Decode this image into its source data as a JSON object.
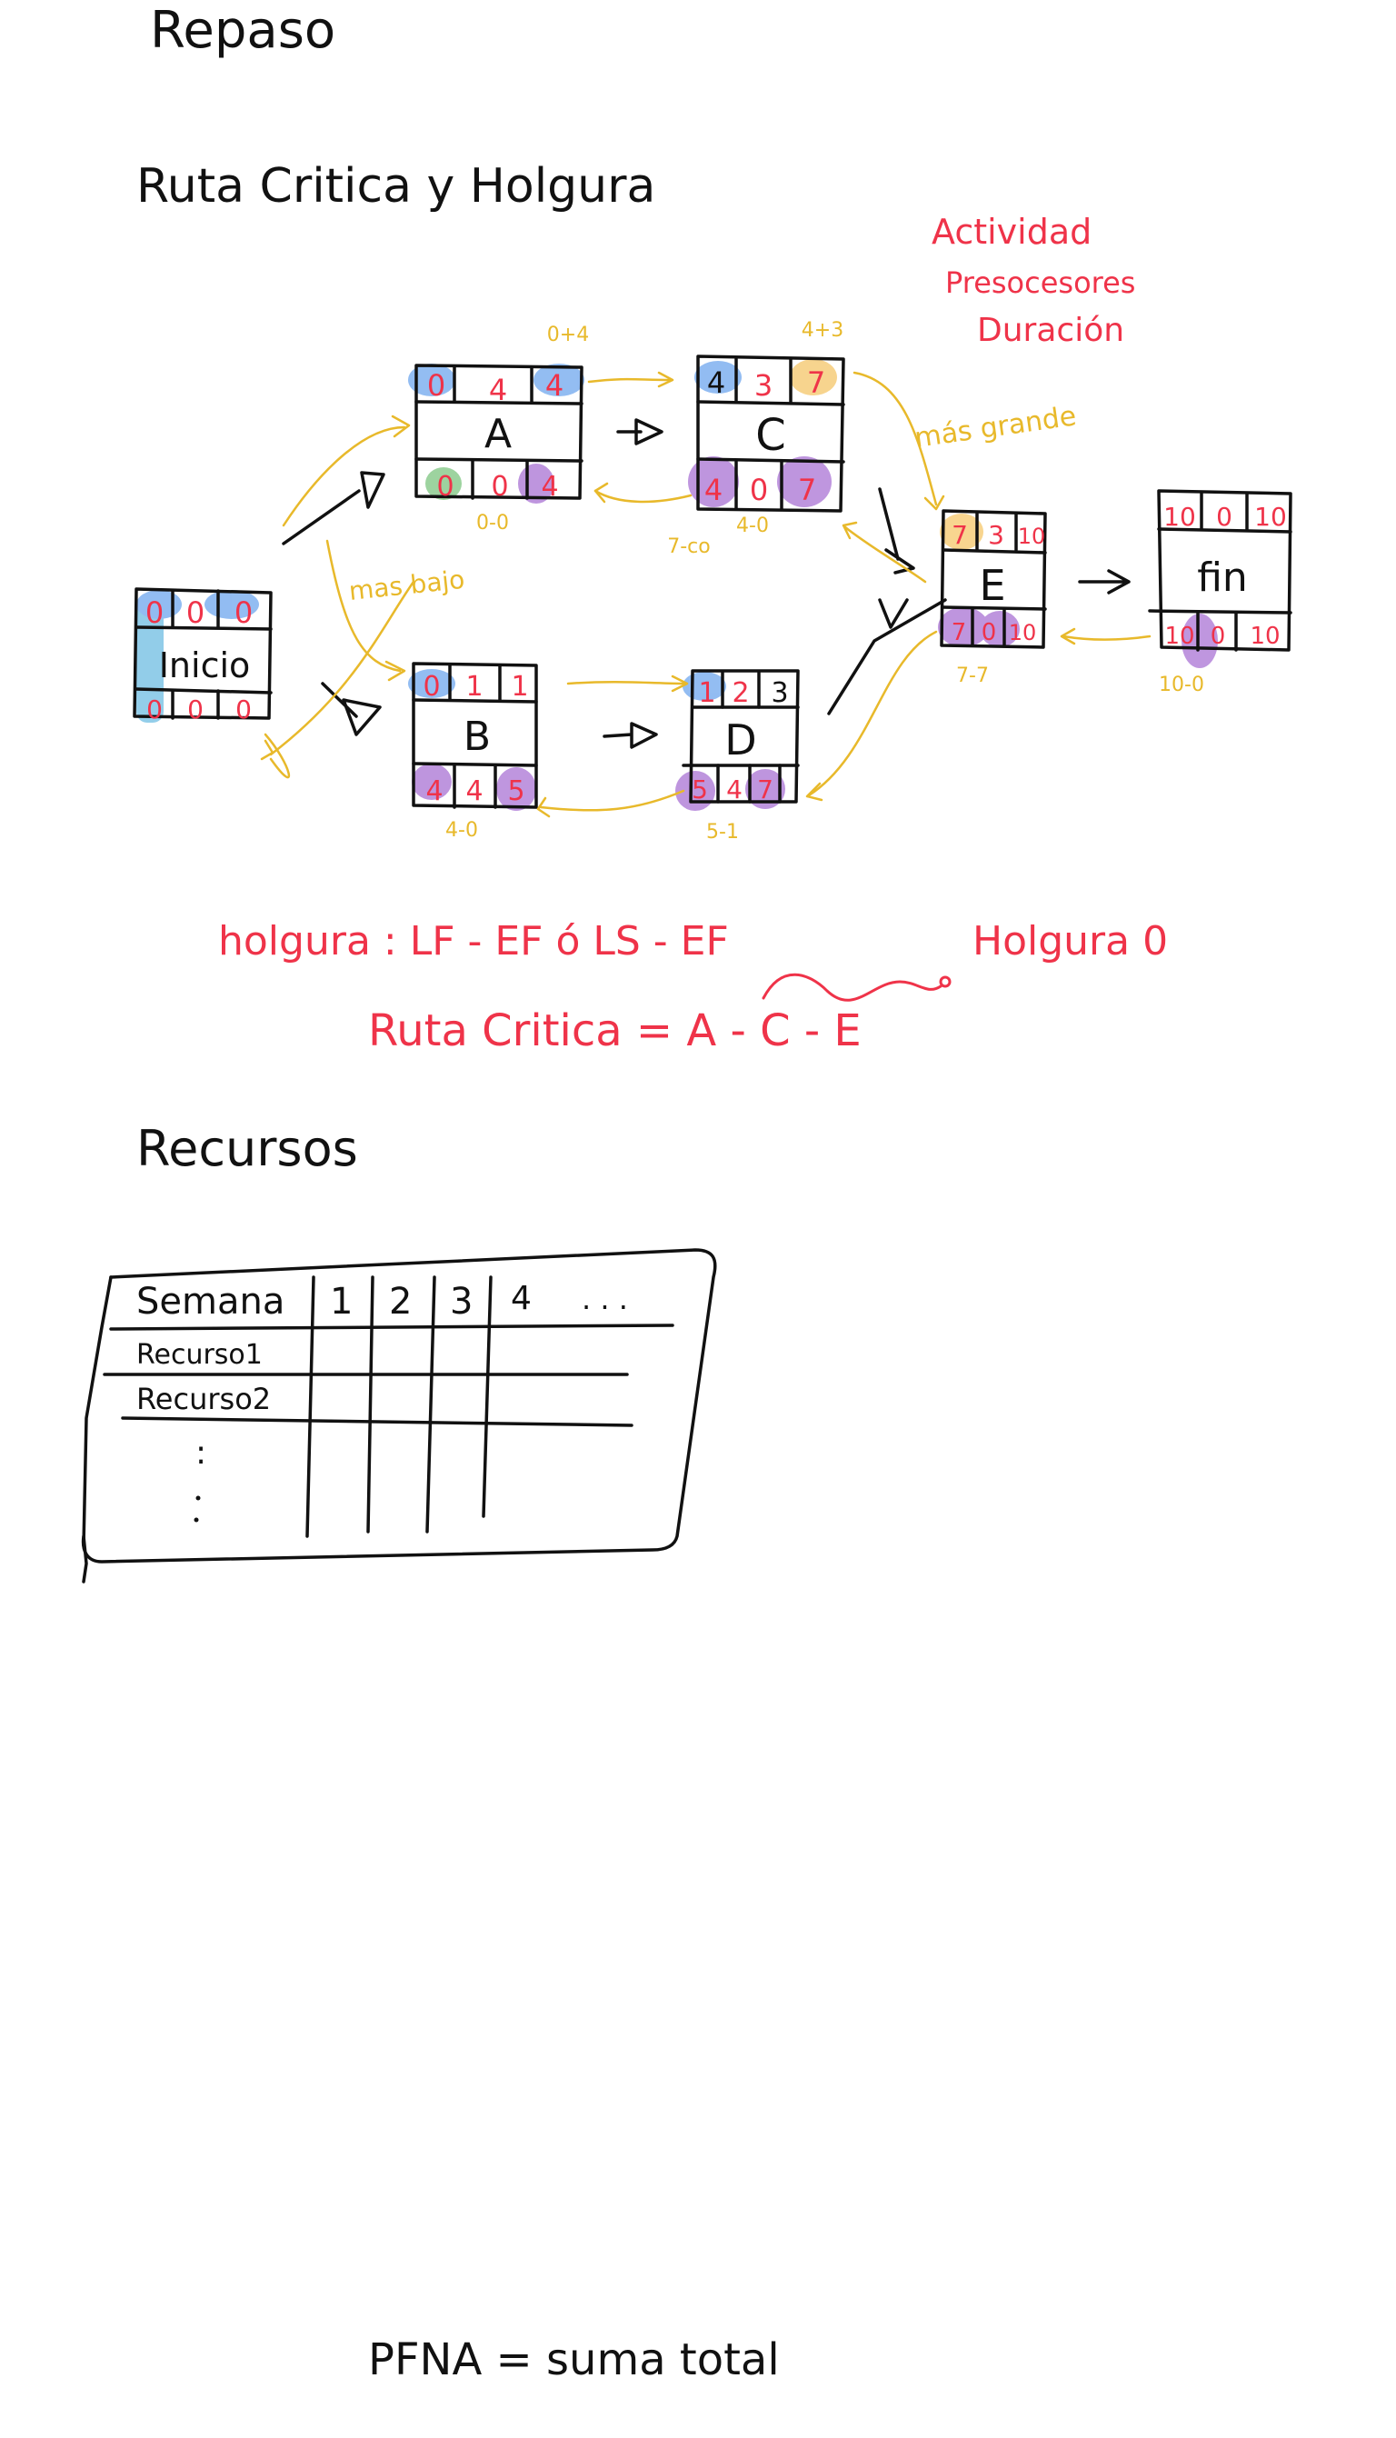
{
  "title": "Repaso",
  "subtitle": "Ruta Critica y Holgura",
  "legend": {
    "line1": "Actividad",
    "line2": "Presocesores",
    "line3": "Duración"
  },
  "colors": {
    "ink": "#111111",
    "red": "#ef3349",
    "yellow": "#e8b92b",
    "blue": "#3a86e8",
    "purple": "#8a3fc4",
    "green": "#4caf50",
    "orange": "#f2b233",
    "cyan": "#3aa6d8"
  },
  "nodes": {
    "inicio": {
      "name": "Inicio",
      "es": "0",
      "dur": "0",
      "ef": "0",
      "ls": "0",
      "slack": "0",
      "lf": "0",
      "note": ""
    },
    "a": {
      "name": "A",
      "es": "0",
      "dur": "4",
      "ef": "4",
      "ls": "0",
      "slack": "0",
      "lf": "4",
      "note": "0+4",
      "holgura": "0-0"
    },
    "b": {
      "name": "B",
      "es": "0",
      "dur": "1",
      "ef": "1",
      "ls": "4",
      "slack": "4",
      "lf": "5",
      "holgura": "4-0"
    },
    "c": {
      "name": "C",
      "es": "4",
      "dur": "3",
      "ef": "7",
      "ls": "4",
      "slack": "0",
      "lf": "7",
      "note": "4+3",
      "holgura": "4-0"
    },
    "d": {
      "name": "D",
      "es": "1",
      "dur": "2",
      "ef": "3",
      "ls": "5",
      "slack": "4",
      "lf": "7",
      "holgura": "5-1"
    },
    "e": {
      "name": "E",
      "es": "7",
      "dur": "3",
      "ef": "10",
      "ls": "7",
      "slack": "0",
      "lf": "10",
      "holgura": "7-7"
    },
    "fin": {
      "name": "fin",
      "es": "10",
      "dur": "0",
      "ef": "10",
      "ls": "10",
      "slack": "0",
      "lf": "10",
      "holgura": "10-0"
    }
  },
  "annotations": {
    "mas_bajo": "mas bajo",
    "mas_grande": "más grande",
    "c_lf_note": "7-co"
  },
  "formulas": {
    "holgura": "holgura : LF - EF   ó   LS - EF",
    "holgura_0": "Holgura 0",
    "ruta_critica": "Ruta Critica  =  A - C - E"
  },
  "resources": {
    "heading": "Recursos",
    "table": {
      "header": [
        "Semana",
        "1",
        "2",
        "3",
        "4",
        ". . ."
      ],
      "rows": [
        "Recurso1",
        "Recurso2",
        ":"
      ]
    }
  },
  "footer": "PFNA  =  suma total"
}
